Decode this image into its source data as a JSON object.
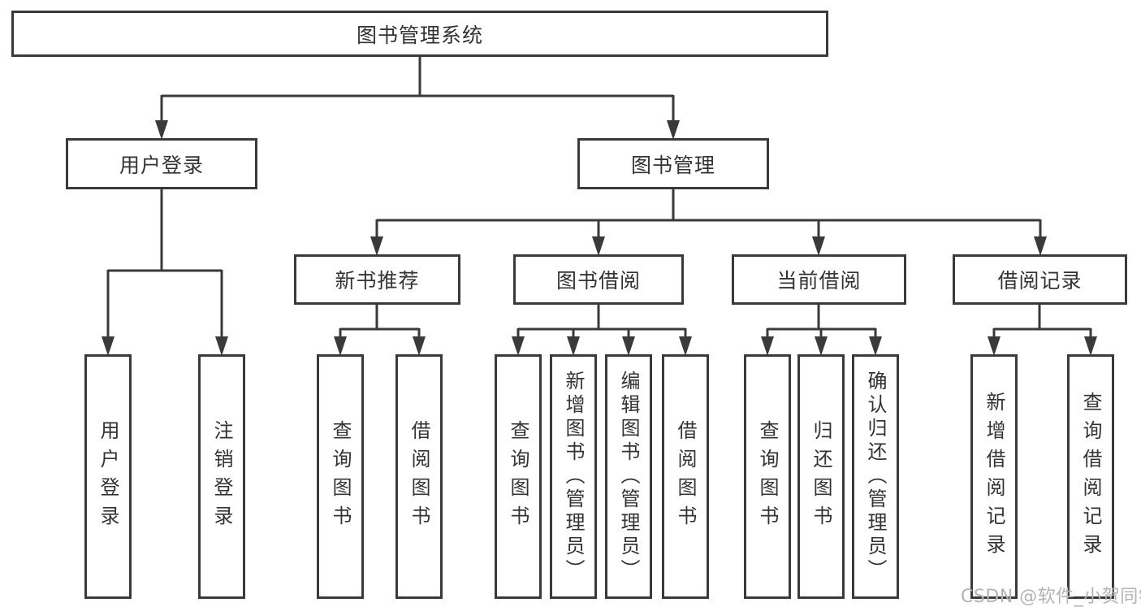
{
  "diagram": {
    "root": {
      "label": "图书管理系统"
    },
    "level2": {
      "user_login": {
        "label": "用户登录"
      },
      "book_mgmt": {
        "label": "图书管理"
      }
    },
    "level3": {
      "new_book_rec": {
        "label": "新书推荐"
      },
      "book_borrow": {
        "label": "图书借阅"
      },
      "current_borrow": {
        "label": "当前借阅"
      },
      "borrow_records": {
        "label": "借阅记录"
      }
    },
    "leaves": {
      "user_login": [
        "用户登录",
        "注销登录"
      ],
      "new_book_rec": [
        "查询图书",
        "借阅图书"
      ],
      "book_borrow": [
        "查询图书",
        "新增图书（管理员）",
        "编辑图书（管理员）",
        "借阅图书"
      ],
      "current_borrow": [
        "查询图书",
        "归还图书",
        "确认归还（管理员）"
      ],
      "borrow_records": [
        "新增借阅记录",
        "查询借阅记录"
      ]
    },
    "colors": {
      "line": "#3a3a3a",
      "text": "#333333",
      "background": "#ffffff",
      "watermark": "#b3b3b3"
    }
  },
  "watermark": "CSDN @软件_小贺同学"
}
